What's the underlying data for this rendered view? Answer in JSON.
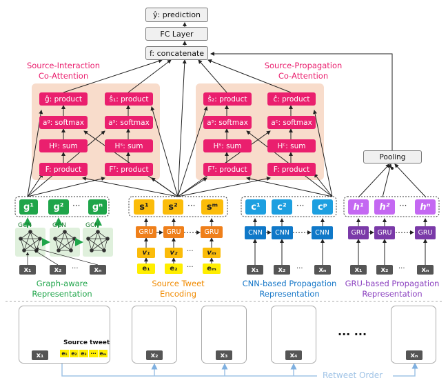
{
  "top": {
    "prediction": "ŷ: prediction",
    "fc": "FC Layer",
    "concat": "f: concatenate"
  },
  "titles": {
    "si": "Source-Interaction\nCo-Attention",
    "sp": "Source-Propagation\nCo-Attention"
  },
  "attention_cols": [
    {
      "product_top": "ĝ: product",
      "softmax": "aᵍ: softmax",
      "sum": "Hᵍ: sum",
      "product": "F: product"
    },
    {
      "product_top": "ŝ₁: product",
      "softmax": "aˢ: softmax",
      "sum": "Hˢ: sum",
      "product": "Fᵀ: product"
    },
    {
      "product_top": "ŝ₂: product",
      "softmax": "aˢ: softmax",
      "sum": "Hˢ: sum",
      "product": "Fᵀ: product"
    },
    {
      "product_top": "ĉ: product",
      "softmax": "aᶜ: softmax",
      "sum": "Hᶜ: sum",
      "product": "F: product"
    }
  ],
  "pooling": "Pooling",
  "groups": {
    "g": [
      "g¹",
      "g²",
      "gⁿ"
    ],
    "s": [
      "s¹",
      "s²",
      "sᵐ"
    ],
    "c": [
      "c¹",
      "c²",
      "cᵖ"
    ],
    "h": [
      "h¹",
      "h²",
      "hⁿ"
    ]
  },
  "dots": "···",
  "gcn": "GCN",
  "gru": "GRU",
  "cnn": "CNN",
  "v": [
    "v₁",
    "v₂",
    "vₘ"
  ],
  "e": [
    "e₁",
    "e₂",
    "eₘ"
  ],
  "x": [
    "x₁",
    "x₂",
    "xₙ"
  ],
  "captions": {
    "graph": "Graph-aware\nRepresentation",
    "source": "Source Tweet\nEncoding",
    "cnnrep": "CNN-based Propagation\nRepresentation",
    "grurep": "GRU-based Propagation\nRepresentation"
  },
  "bottom": {
    "source_tweet": "Source tweet",
    "users": [
      "x₁",
      "x₂",
      "x₃",
      "x₄",
      "xₙ"
    ],
    "e_bar": [
      "e₁",
      "e₂",
      "e₃",
      "···",
      "eₘ"
    ],
    "retweet_order": "Retweet Order",
    "ellipsis": "··· ···"
  },
  "colors": {
    "pink": "#ea1f6e",
    "green": "#1fa54a",
    "yellow": "#fbbc0a",
    "blue": "#1d9fe0",
    "purple": "#c468f2",
    "peach": "#f8dccb",
    "retweet_line": "#9fc3e6"
  }
}
